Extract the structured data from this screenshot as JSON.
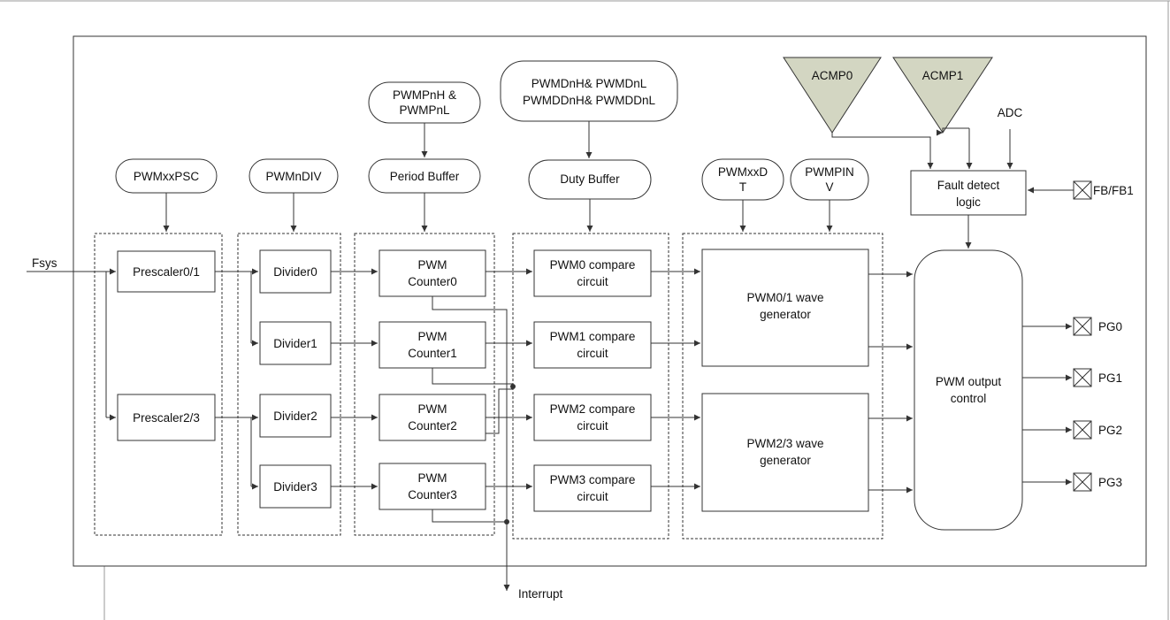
{
  "inputs": {
    "fsys": "Fsys"
  },
  "registers": {
    "psc": "PWMxxPSC",
    "div": "PWMnDIV",
    "period_reg": [
      "PWMPnH &",
      "PWMPnL"
    ],
    "duty_reg": [
      "PWMDnH& PWMDnL",
      "PWMDDnH& PWMDDnL"
    ],
    "dt": [
      "PWMxxD",
      "T"
    ],
    "pinv": [
      "PWMPIN",
      "V"
    ]
  },
  "buffers": {
    "period": "Period Buffer",
    "duty": "Duty Buffer"
  },
  "prescalers": [
    "Prescaler0/1",
    "Prescaler2/3"
  ],
  "dividers": [
    "Divider0",
    "Divider1",
    "Divider2",
    "Divider3"
  ],
  "counters": [
    [
      "PWM",
      "Counter0"
    ],
    [
      "PWM",
      "Counter1"
    ],
    [
      "PWM",
      "Counter2"
    ],
    [
      "PWM",
      "Counter3"
    ]
  ],
  "compares": [
    [
      "PWM0 compare",
      "circuit"
    ],
    [
      "PWM1 compare",
      "circuit"
    ],
    [
      "PWM2 compare",
      "circuit"
    ],
    [
      "PWM3 compare",
      "circuit"
    ]
  ],
  "wave_generators": [
    [
      "PWM0/1 wave",
      "generator"
    ],
    [
      "PWM2/3 wave",
      "generator"
    ]
  ],
  "comparators": [
    "ACMP0",
    "ACMP1"
  ],
  "adc": "ADC",
  "fault": [
    "Fault detect",
    "logic"
  ],
  "fb_pin": "FB/FB1",
  "output_control": [
    "PWM output",
    "control"
  ],
  "outputs": [
    "PG0",
    "PG1",
    "PG2",
    "PG3"
  ],
  "interrupt": "Interrupt",
  "colors": {
    "comparator_fill": "#d3d6c2",
    "line": "#333333"
  }
}
